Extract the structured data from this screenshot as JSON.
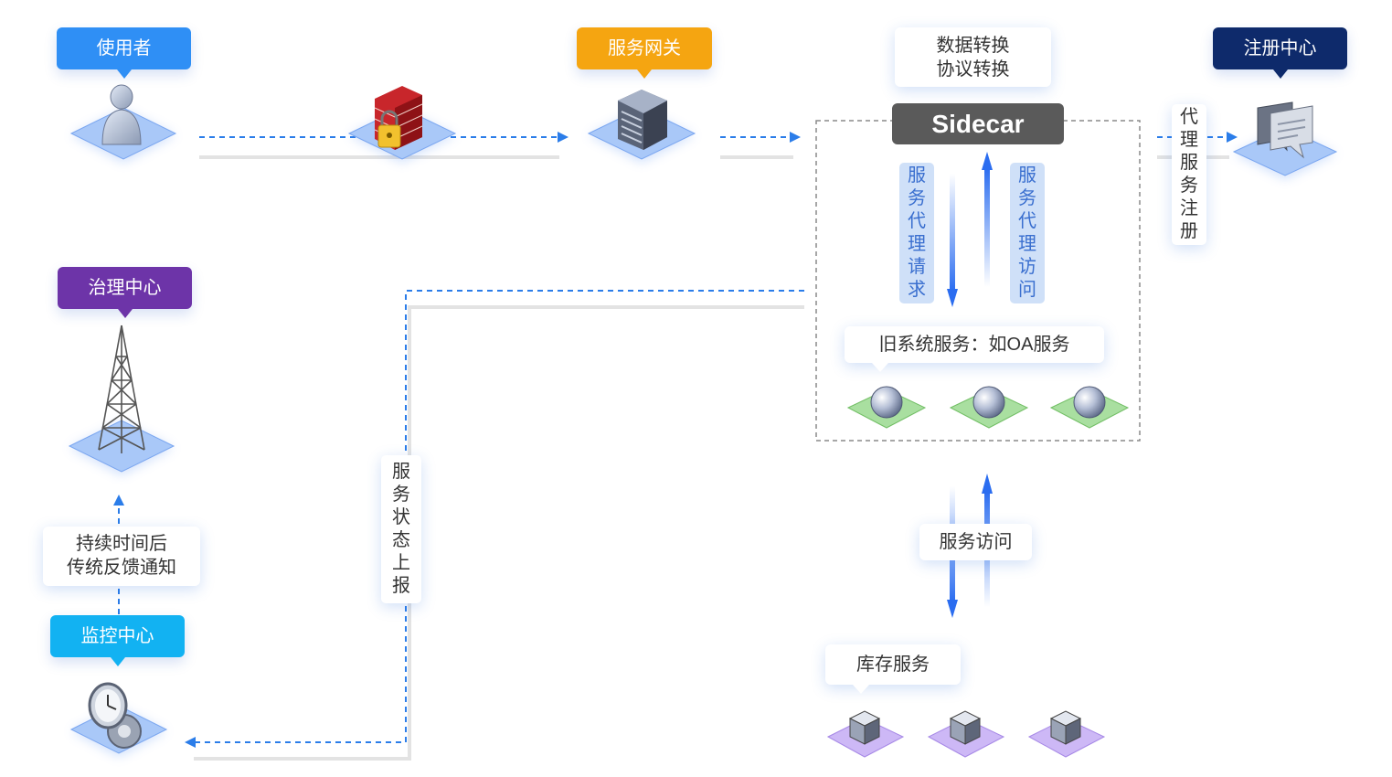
{
  "tags": {
    "user": "使用者",
    "gateway": "服务网关",
    "registry": "注册中心",
    "governance": "治理中心",
    "monitor": "监控中心"
  },
  "colors": {
    "user_tag": "#2f8ff5",
    "gateway_tag": "#f5a511",
    "registry_tag": "#0e2a6b",
    "governance_tag": "#6d34a8",
    "monitor_tag": "#12b2f2",
    "arrow": "#2b7de9",
    "platform_blue": "#a9c8f8",
    "platform_green": "#a9dfa0",
    "platform_purple": "#cdb8f6"
  },
  "sidecar": {
    "title": "Sidecar",
    "note_line1": "数据转换",
    "note_line2": "协议转换",
    "request_label": [
      "服",
      "务",
      "代",
      "理",
      "请",
      "求"
    ],
    "access_label": [
      "服",
      "务",
      "代",
      "理",
      "访",
      "问"
    ],
    "legacy_service": "旧系统服务：如OA服务"
  },
  "registry_label": [
    "代",
    "理",
    "服",
    "务",
    "注",
    "册"
  ],
  "status_report_label": [
    "服",
    "务",
    "状",
    "态",
    "上",
    "报"
  ],
  "feedback": {
    "line1": "持续时间后",
    "line2": "传统反馈通知"
  },
  "service_access": "服务访问",
  "inventory_service": "库存服务",
  "icons": {
    "user": "user-icon",
    "firewall": "firewall-lock-icon",
    "gateway": "server-icon",
    "registry": "chat-bubbles-icon",
    "governance": "radio-tower-icon",
    "monitor": "clock-gear-icon",
    "legacy_nodes": "sphere-icon",
    "inventory_nodes": "cube-icon"
  }
}
